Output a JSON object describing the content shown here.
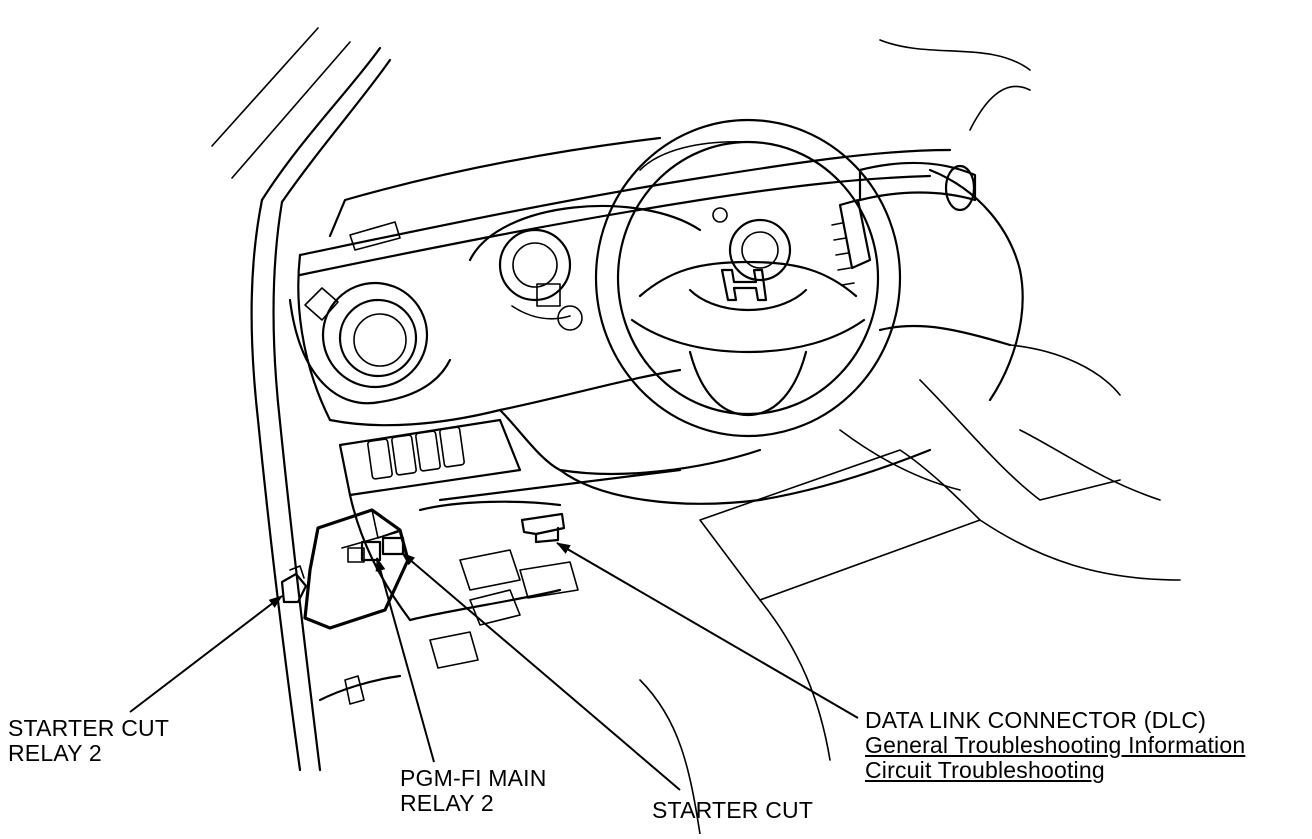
{
  "labels": {
    "starter_cut_relay2": {
      "line1": "STARTER CUT",
      "line2": "RELAY 2"
    },
    "pgm_fi_main_relay2": {
      "line1": "PGM-FI MAIN",
      "line2": "RELAY 2"
    },
    "starter_cut": "STARTER CUT",
    "dlc": {
      "title": "DATA LINK CONNECTOR (DLC)",
      "links": [
        "General Troubleshooting Information",
        "Circuit Troubleshooting"
      ]
    }
  },
  "icons": [
    "honda-h-logo-icon",
    "arrowhead-icon"
  ]
}
